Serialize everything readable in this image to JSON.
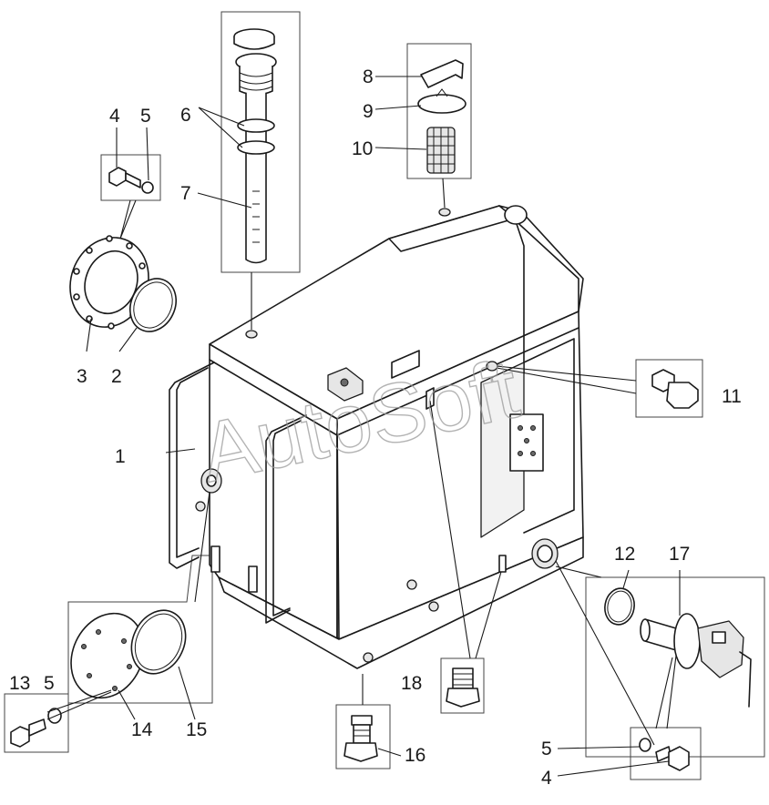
{
  "watermark": "AutoSoft",
  "callouts": {
    "c1": "1",
    "c2": "2",
    "c3": "3",
    "c4a": "4",
    "c4b": "4",
    "c5a": "5",
    "c5b": "5",
    "c5c": "5",
    "c6": "6",
    "c7": "7",
    "c8": "8",
    "c9": "9",
    "c10": "10",
    "c11": "11",
    "c12": "12",
    "c13": "13",
    "c14": "14",
    "c15": "15",
    "c16": "16",
    "c17": "17",
    "c18": "18"
  }
}
